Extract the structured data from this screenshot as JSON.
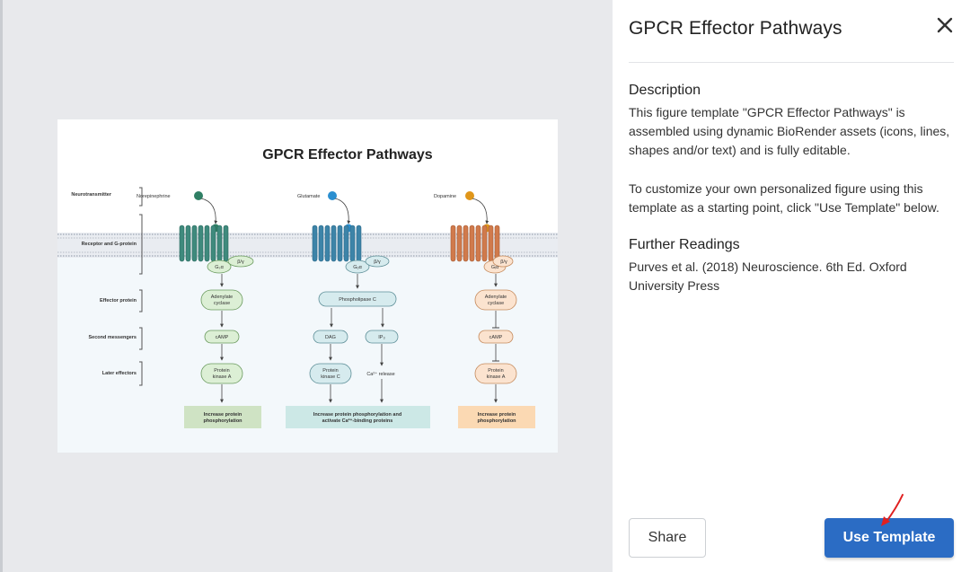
{
  "preview": {
    "figure": {
      "title": "GPCR Effector Pathways",
      "row_labels": [
        "Neurotransmitter",
        "Receptor and G-protein",
        "Effector protein",
        "Second messengers",
        "Later effectors"
      ],
      "pathways": [
        {
          "neurotransmitter": "Norepinephrine",
          "g_alpha": "Gₛα",
          "g_beta_gamma": "β/γ",
          "effector": [
            "Adenylate",
            "cyclase"
          ],
          "messenger": "cAMP",
          "later_effector": [
            "Protein",
            "kinase A"
          ],
          "outcome": [
            "Increase protein",
            "phosphorylation"
          ],
          "color": "#3f8a7d"
        },
        {
          "neurotransmitter": "Glutamate",
          "g_alpha": "Gₒα",
          "g_beta_gamma": "β/γ",
          "effector": [
            "Phospholipase C"
          ],
          "messengers": [
            "DAG",
            "IP₃"
          ],
          "later_effector": [
            "Protein",
            "kinase C"
          ],
          "calcium_release": "Ca²⁺ release",
          "outcome": [
            "Increase protein phosphorylation and",
            "activate Ca²⁺-binding proteins"
          ],
          "color": "#3d84a8"
        },
        {
          "neurotransmitter": "Dopamine",
          "g_alpha": "Gᵢα",
          "g_beta_gamma": "β/γ",
          "effector": [
            "Adenylate",
            "cyclase"
          ],
          "messenger": "cAMP",
          "later_effector": [
            "Protein",
            "kinase A"
          ],
          "outcome": [
            "Increase protein",
            "phosphorylation"
          ],
          "color": "#d07a4c"
        }
      ]
    }
  },
  "panel": {
    "title": "GPCR Effector Pathways",
    "description_heading": "Description",
    "description_p1": "This figure template \"GPCR Effector Pathways\" is assembled using dynamic BioRender assets (icons, lines, shapes and/or text) and is fully editable.",
    "description_p2": "To customize your own personalized figure using this template as a starting point, click \"Use Template\" below.",
    "further_heading": "Further Readings",
    "further_text": "Purves et al. (2018) Neuroscience. 6th Ed. Oxford University Press",
    "share_label": "Share",
    "use_label": "Use Template"
  },
  "colors": {
    "accent": "#2b6cc4",
    "annotation_arrow": "#e02020"
  }
}
